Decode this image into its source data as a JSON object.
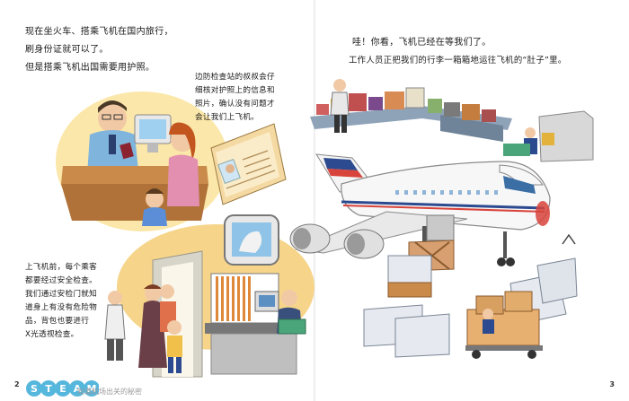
{
  "left_page": {
    "intro_lines": [
      "现在坐火车、搭乘飞机在国内旅行，",
      "刷身份证就可以了。",
      "但是搭乘飞机出国需要用护照。"
    ],
    "border_caption": [
      "边防检查站的叔叔会仔",
      "细核对护照上的信息和",
      "照片，确认没有问题才",
      "会让我们上飞机。"
    ],
    "security_caption": [
      "上飞机前，每个乘客",
      "都要经过安全检查。",
      "我们通过安检门就知",
      "道身上有没有危险物",
      "品，背包也要进行",
      "X光透视检查。"
    ],
    "page_number": "2"
  },
  "right_page": {
    "intro_lines": [
      "哇！你看，飞机已经在等我们了。",
      "工作人员正把我们的行李一箱箱地运往飞机的“肚子”里。"
    ],
    "page_number": "3"
  },
  "footer": {
    "logo_text": "STEAM",
    "book_title": "知道机场出关的秘密"
  },
  "colors": {
    "plane_blue": "#2c4a8f",
    "plane_red": "#d8433b",
    "border_circle": "#fbe7a9",
    "security_circle": "#f6d58b",
    "logo_blue": "#56b7dd"
  }
}
